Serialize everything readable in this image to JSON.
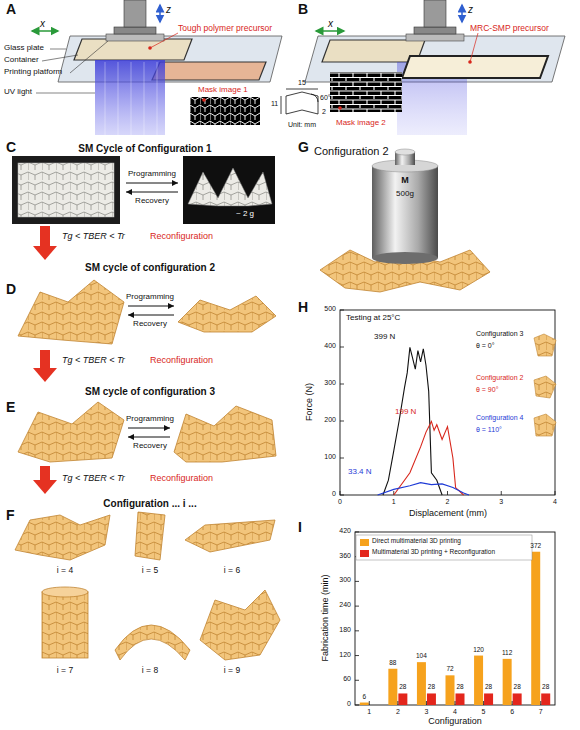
{
  "diagram": {
    "labels": [
      "A",
      "Tough polymer precursor",
      "Glass plate",
      "Container",
      "Printing platform",
      "UV light",
      "Mask image 1",
      "z",
      "x",
      "15",
      "11",
      "60°",
      "2",
      "Unit: mm",
      "B",
      "MRC-SMP precursor",
      "Mask image 2",
      "z",
      "x",
      "C",
      "SM Cycle of Configuration 1",
      "Programming",
      "Recovery",
      "~ 2 g",
      "Tg < TBER < Tr",
      "Reconfiguration",
      "SM cycle of configuration 2",
      "D",
      "Programming",
      "Recovery",
      "Tg < TBER < Tr",
      "Reconfiguration",
      "SM cycle of configuration 3",
      "E",
      "Programming",
      "Recovery",
      "Tg < TBER < Tr",
      "Reconfiguration",
      "Configuration ... i ...",
      "F",
      "i = 4",
      "i = 5",
      "i = 6",
      "i = 7",
      "i = 8",
      "i = 9",
      "G",
      "Configuration 2",
      "M",
      "500g",
      "H",
      "Testing at 25°C",
      "0",
      "100",
      "200",
      "300",
      "400",
      "500",
      "0",
      "1",
      "2",
      "3",
      "4",
      "Force (N)",
      "Displacement (mm)",
      "399 N",
      "199 N",
      "33.4 N",
      "Configuration 3",
      "θ = 0°",
      "Configuration 2",
      "θ = 90°",
      "Configuration 4",
      "θ = 110°",
      "I",
      "0",
      "60",
      "120",
      "180",
      "240",
      "300",
      "360",
      "420",
      "1",
      "2",
      "3",
      "4",
      "5",
      "6",
      "7",
      "Fabrication time (min)",
      "Configuration",
      "6",
      "88",
      "28",
      "104",
      "28",
      "72",
      "28",
      "120",
      "28",
      "112",
      "28",
      "372",
      "28"
    ],
    "legend": [
      {
        "text": "Direct multimaterial 3D printing",
        "color": "#f6a21d"
      },
      {
        "text": "Multimaterial 3D printing + Reconfiguration",
        "color": "#e3261c"
      }
    ]
  }
}
